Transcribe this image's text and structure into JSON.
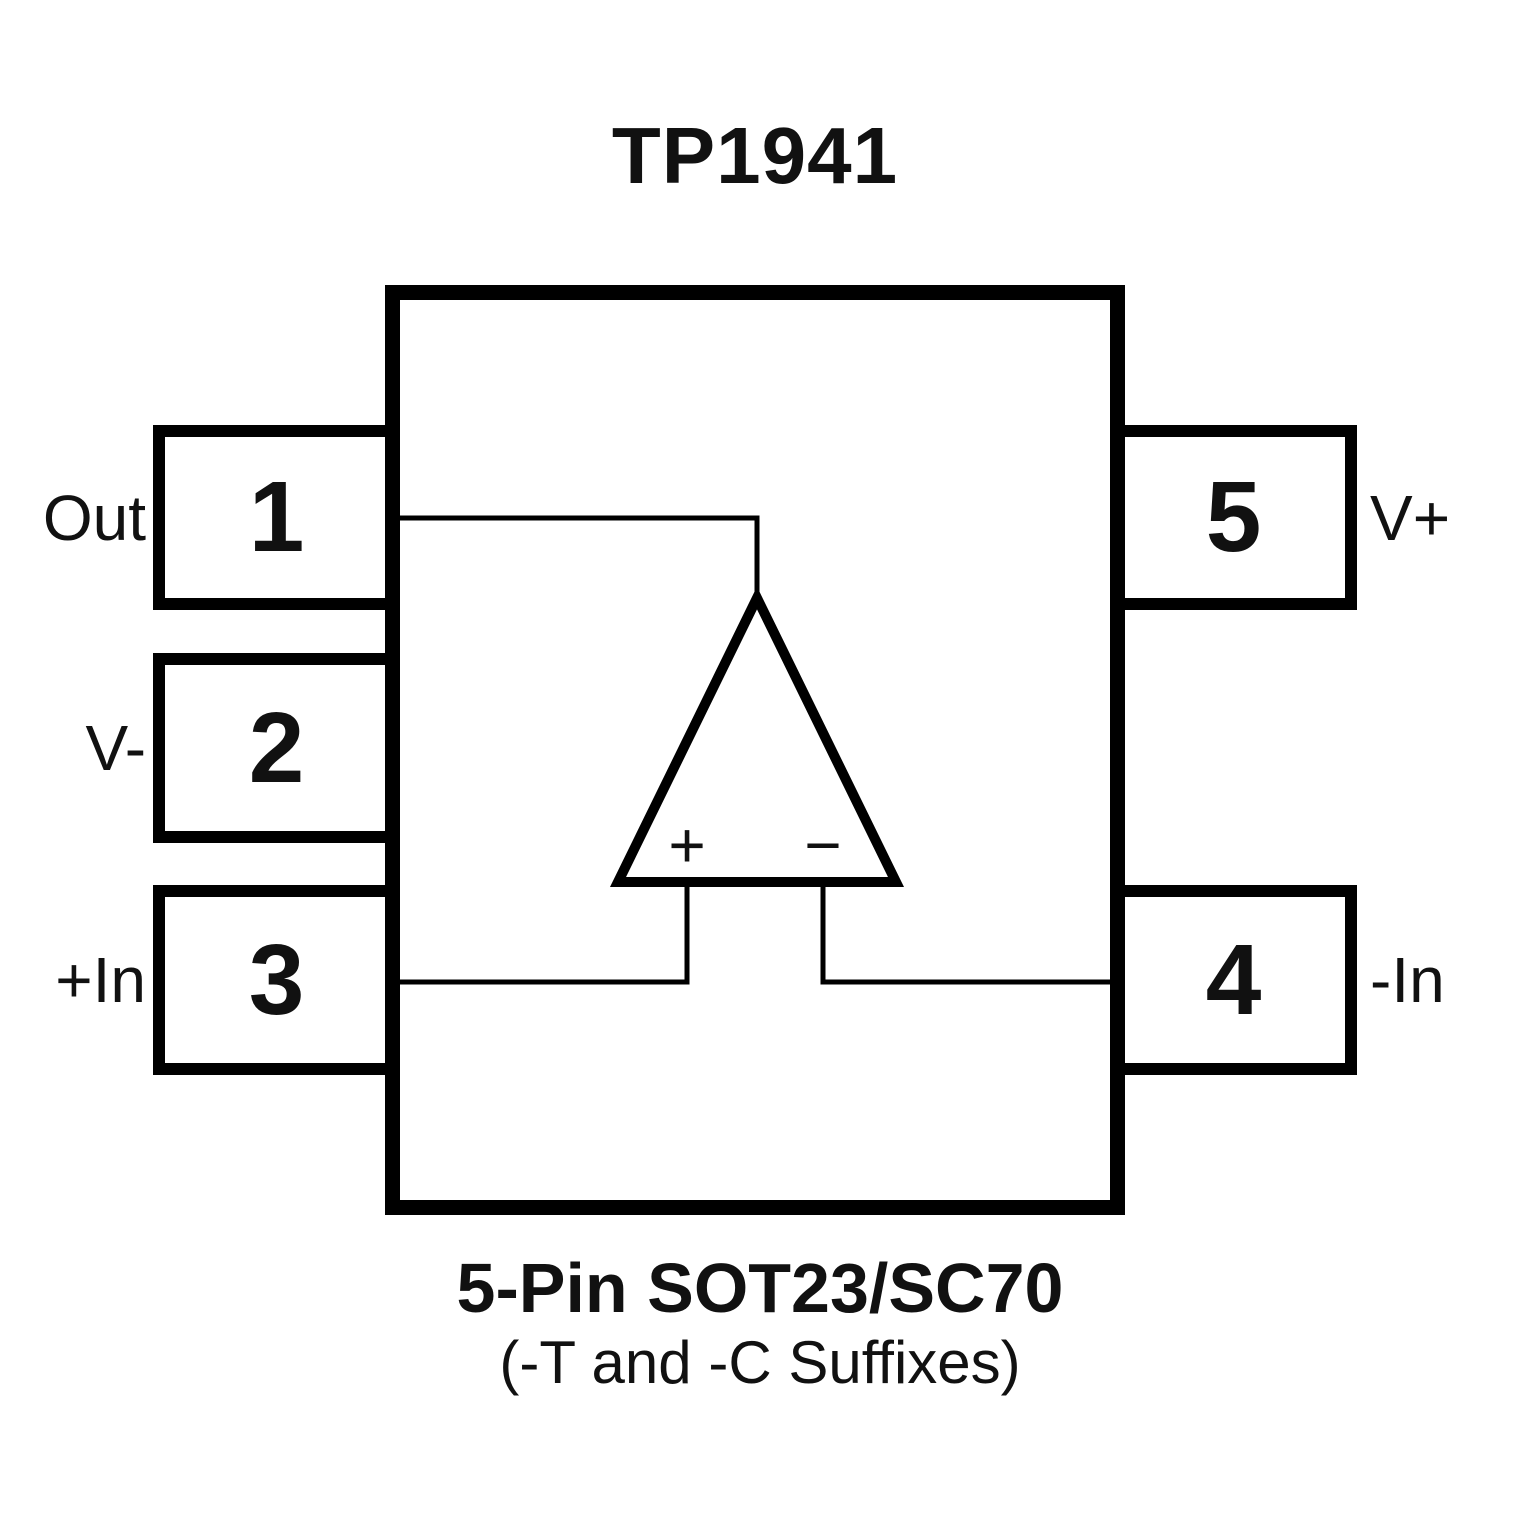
{
  "title": "TP1941",
  "pins": {
    "left": [
      {
        "number": "1",
        "label": "Out"
      },
      {
        "number": "2",
        "label": "V-"
      },
      {
        "number": "3",
        "label": "+In"
      }
    ],
    "right": [
      {
        "number": "5",
        "label": "V+"
      },
      {
        "number": "4",
        "label": "-In"
      }
    ]
  },
  "opamp": {
    "plus": "+",
    "minus": "−"
  },
  "caption": {
    "package": "5-Pin SOT23/SC70",
    "suffixes": "(-T and -C Suffixes)"
  },
  "colors": {
    "line": "#000000",
    "background": "#ffffff",
    "text": "#111111"
  }
}
